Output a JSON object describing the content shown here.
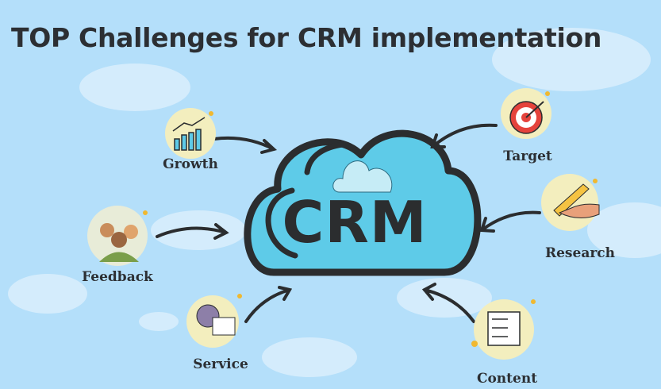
{
  "title": "TOP Challenges for CRM implementation",
  "center": "CRM",
  "nodes": [
    {
      "label": "Growth",
      "icon": "growth-chart-icon"
    },
    {
      "label": "Feedback",
      "icon": "people-group-icon"
    },
    {
      "label": "Service",
      "icon": "gear-checklist-icon"
    },
    {
      "label": "Target",
      "icon": "target-arrow-icon"
    },
    {
      "label": "Research",
      "icon": "pen-hand-icon"
    },
    {
      "label": "Content",
      "icon": "checklist-icon"
    }
  ],
  "colors": {
    "background": "#b4dffa",
    "cloud": "#5ecbe8",
    "ink": "#2b2d2f",
    "circle": "#f3eebe"
  }
}
